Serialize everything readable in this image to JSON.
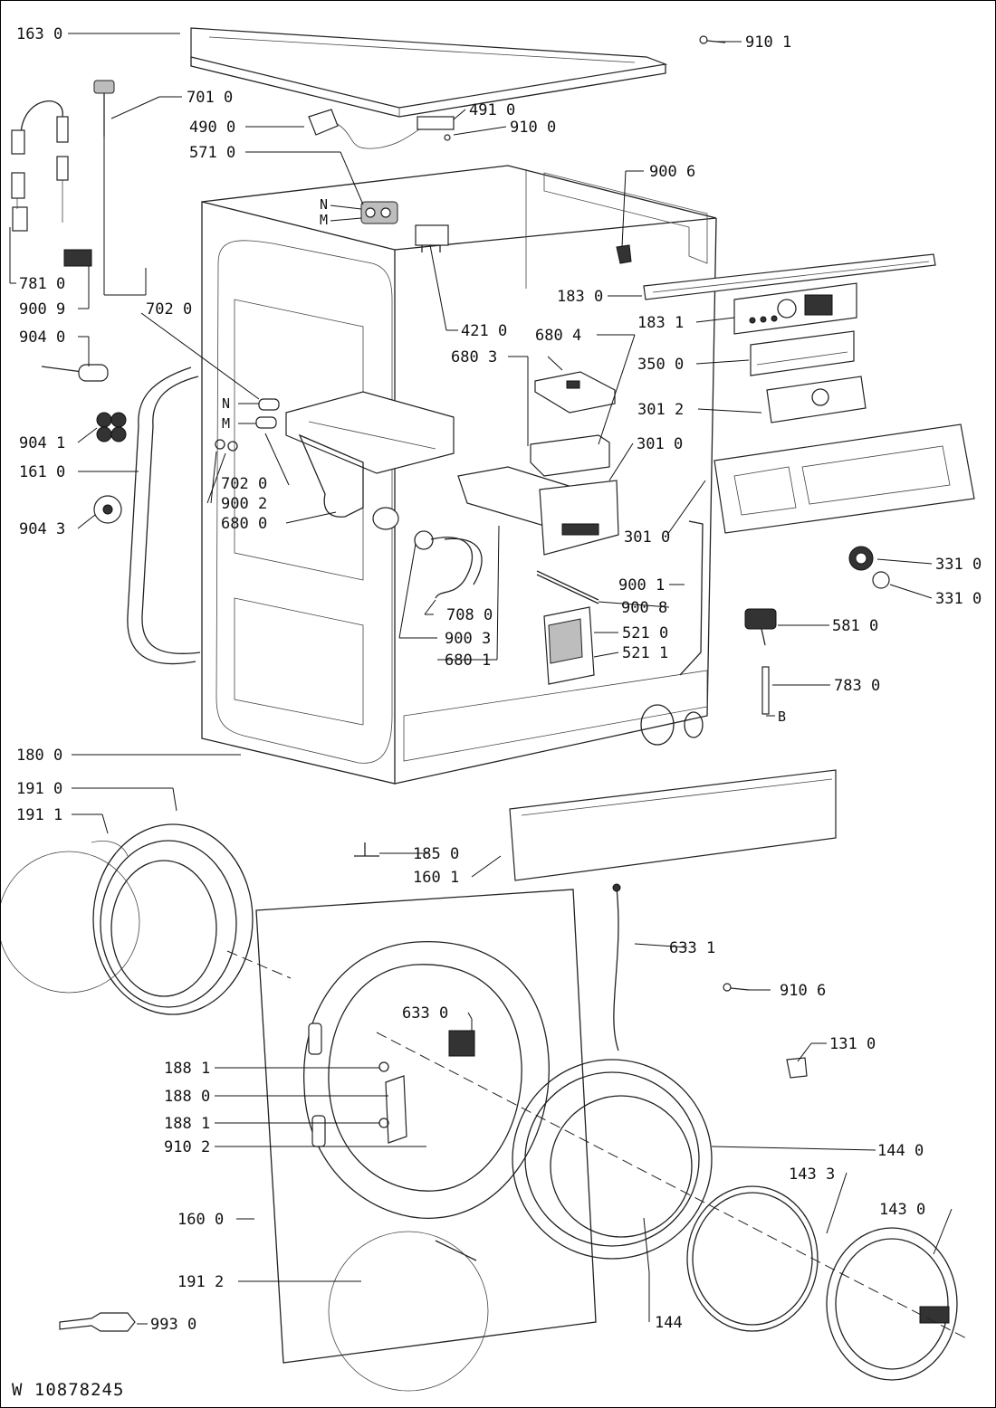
{
  "drawing_id": "W 10878245",
  "callouts": [
    {
      "id": "lbl-163-0",
      "text": "163 0"
    },
    {
      "id": "lbl-910-1",
      "text": "910 1"
    },
    {
      "id": "lbl-701-0",
      "text": "701 0"
    },
    {
      "id": "lbl-490-0",
      "text": "490 0"
    },
    {
      "id": "lbl-491-0",
      "text": "491 0"
    },
    {
      "id": "lbl-910-0",
      "text": "910 0"
    },
    {
      "id": "lbl-571-0",
      "text": "571 0"
    },
    {
      "id": "lbl-900-6",
      "text": "900 6"
    },
    {
      "id": "lbl-781-0",
      "text": "781 0"
    },
    {
      "id": "lbl-900-9",
      "text": "900 9"
    },
    {
      "id": "lbl-702-0-a",
      "text": "702 0"
    },
    {
      "id": "lbl-904-0",
      "text": "904 0"
    },
    {
      "id": "lbl-421-0",
      "text": "421 0"
    },
    {
      "id": "lbl-183-0",
      "text": "183 0"
    },
    {
      "id": "lbl-183-1",
      "text": "183 1"
    },
    {
      "id": "lbl-680-3",
      "text": "680 3"
    },
    {
      "id": "lbl-680-4",
      "text": "680 4"
    },
    {
      "id": "lbl-350-0",
      "text": "350 0"
    },
    {
      "id": "lbl-301-2",
      "text": "301 2"
    },
    {
      "id": "lbl-904-1",
      "text": "904 1"
    },
    {
      "id": "lbl-161-0",
      "text": "161 0"
    },
    {
      "id": "lbl-301-0-a",
      "text": "301 0"
    },
    {
      "id": "lbl-702-0-b",
      "text": "702 0"
    },
    {
      "id": "lbl-900-2",
      "text": "900 2"
    },
    {
      "id": "lbl-680-0",
      "text": "680 0"
    },
    {
      "id": "lbl-904-3",
      "text": "904 3"
    },
    {
      "id": "lbl-301-0-b",
      "text": "301 0"
    },
    {
      "id": "lbl-331-0-a",
      "text": "331 0"
    },
    {
      "id": "lbl-331-0-b",
      "text": "331 0"
    },
    {
      "id": "lbl-900-1",
      "text": "900 1"
    },
    {
      "id": "lbl-900-8",
      "text": "900 8"
    },
    {
      "id": "lbl-708-0",
      "text": "708 0"
    },
    {
      "id": "lbl-521-0",
      "text": "521 0"
    },
    {
      "id": "lbl-581-0",
      "text": "581 0"
    },
    {
      "id": "lbl-900-3",
      "text": "900 3"
    },
    {
      "id": "lbl-521-1",
      "text": "521 1"
    },
    {
      "id": "lbl-680-1",
      "text": "680 1"
    },
    {
      "id": "lbl-783-0",
      "text": "783 0"
    },
    {
      "id": "lbl-180-0",
      "text": "180 0"
    },
    {
      "id": "lbl-191-0",
      "text": "191 0"
    },
    {
      "id": "lbl-191-1",
      "text": "191 1"
    },
    {
      "id": "lbl-185-0",
      "text": "185 0"
    },
    {
      "id": "lbl-160-1",
      "text": "160 1"
    },
    {
      "id": "lbl-633-1",
      "text": "633 1"
    },
    {
      "id": "lbl-910-6",
      "text": "910 6"
    },
    {
      "id": "lbl-633-0",
      "text": "633 0"
    },
    {
      "id": "lbl-131-0",
      "text": "131 0"
    },
    {
      "id": "lbl-188-1-a",
      "text": "188 1"
    },
    {
      "id": "lbl-188-0",
      "text": "188 0"
    },
    {
      "id": "lbl-188-1-b",
      "text": "188 1"
    },
    {
      "id": "lbl-910-2",
      "text": "910 2"
    },
    {
      "id": "lbl-144-0",
      "text": "144 0"
    },
    {
      "id": "lbl-143-3",
      "text": "143 3"
    },
    {
      "id": "lbl-143-0",
      "text": "143 0"
    },
    {
      "id": "lbl-160-0",
      "text": "160 0"
    },
    {
      "id": "lbl-191-2",
      "text": "191 2"
    },
    {
      "id": "lbl-144",
      "text": "144"
    },
    {
      "id": "lbl-993-0",
      "text": "993 0"
    }
  ],
  "variant_marks": [
    {
      "id": "mark-n-valve",
      "text": "N"
    },
    {
      "id": "mark-m-valve",
      "text": "M"
    },
    {
      "id": "mark-n-hose",
      "text": "N"
    },
    {
      "id": "mark-m-hose",
      "text": "M"
    },
    {
      "id": "mark-b",
      "text": "B"
    }
  ]
}
